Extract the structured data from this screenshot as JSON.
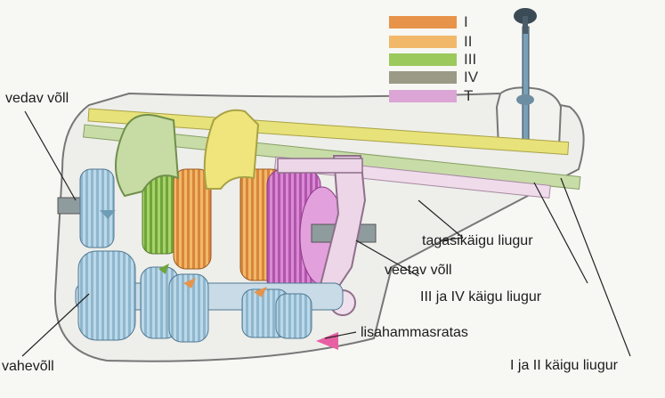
{
  "legend": [
    {
      "label": "I",
      "color": "#e8934a"
    },
    {
      "label": "II",
      "color": "#f2b86a"
    },
    {
      "label": "III",
      "color": "#9bc95c"
    },
    {
      "label": "IV",
      "color": "#9a9a86"
    },
    {
      "label": "T",
      "color": "#dba6d6"
    }
  ],
  "labels": {
    "input_shaft": "vedav võll",
    "countershaft": "vahevõll",
    "reverse_rail": "tagasikäigu liugur",
    "output_shaft": "veetav võll",
    "rail_3_4": "III ja IV käigu liugur",
    "idler_gear": "lisahammasratas",
    "rail_1_2": "I ja II käigu liugur"
  },
  "colors": {
    "housing": "#eeeeea",
    "housing_stroke": "#777777",
    "rail_yellow": "#e8e27a",
    "rail_green": "#c8dca8",
    "rail_pink": "#f0dbeb",
    "gear_blue": "#bcd8e8",
    "gear_blue_dark": "#6f9cb7",
    "gear_orange": "#e8934a",
    "gear_orange_light": "#f2b86a",
    "gear_green": "#9bc95c",
    "gear_magenta": "#cc66cc",
    "fork_green": "#c7dba5",
    "fork_yellow": "#efe57c",
    "fork_pink": "#ecd6e8",
    "arrow_pink": "#e85fa4",
    "shaft_grey": "#8f9c9e"
  }
}
